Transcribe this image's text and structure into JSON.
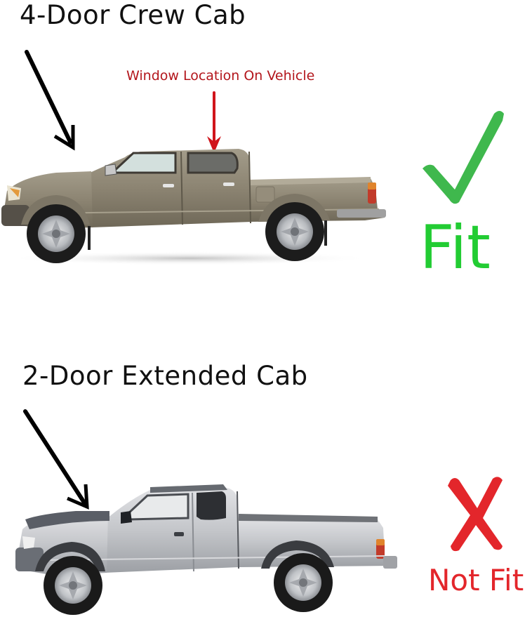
{
  "sections": [
    {
      "title": "4-Door Crew Cab",
      "callout": "Window Location On Vehicle",
      "verdict_label": "Fit",
      "verdict_icon": "check-icon",
      "verdict_color": "#22cc33",
      "check_color": "#3fb84d",
      "truck_color": "#8c8472"
    },
    {
      "title": "2-Door Extended Cab",
      "verdict_label": "Not Fit",
      "verdict_icon": "x-icon",
      "verdict_color": "#e3262b",
      "truck_color": "#c4c6ca"
    }
  ],
  "colors": {
    "callout_text": "#b3161c",
    "callout_arrow": "#d0141b",
    "pointer_arrow": "#000000"
  }
}
